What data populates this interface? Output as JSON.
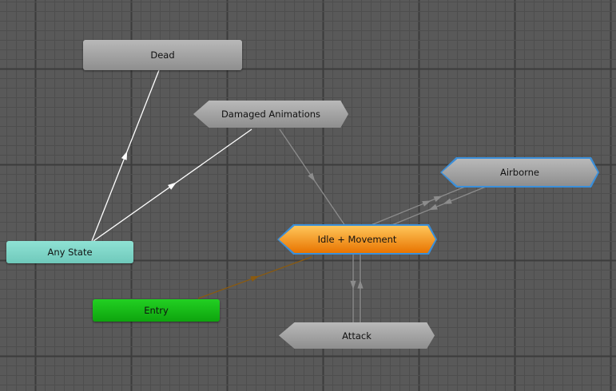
{
  "states": {
    "dead": "Dead",
    "damaged": "Damaged Animations",
    "airborne": "Airborne",
    "idle": "Idle + Movement",
    "any_state": "Any State",
    "entry": "Entry",
    "attack": "Attack"
  },
  "colors": {
    "background": "#595959",
    "default_state": "#a5a5a5",
    "default_layer_state": "#f08c10",
    "any_state": "#7fd6c8",
    "entry": "#18bb18",
    "selection": "#3b8fd9",
    "transition": "#8c8c8c",
    "any_transition": "#ffffff",
    "entry_transition": "#8a5a10"
  }
}
